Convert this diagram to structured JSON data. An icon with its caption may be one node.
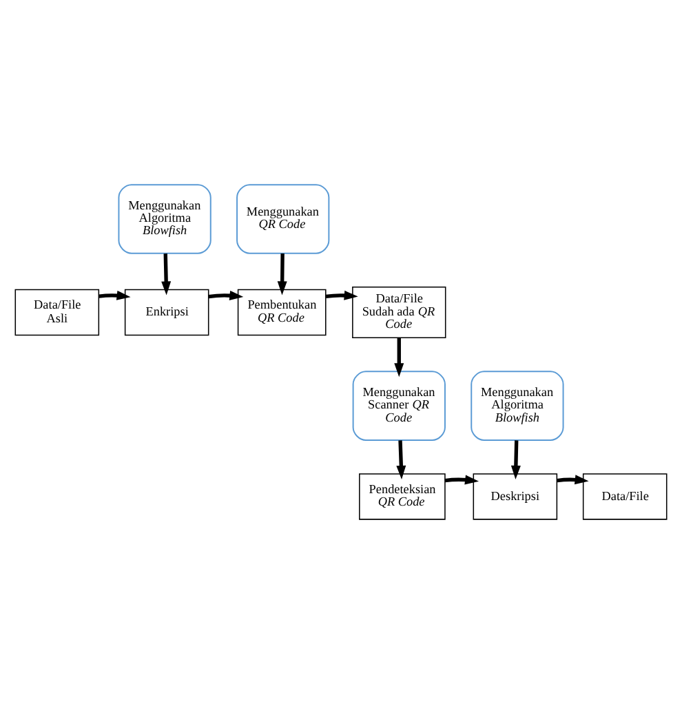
{
  "diagram": {
    "nodes": [
      {
        "text": [
          "Menggunakan Algoritma *Blowfish*"
        ]
      },
      {
        "text": [
          "Menggunakan *QR Code*"
        ]
      },
      {
        "text": [
          "Data/File Asli"
        ]
      },
      {
        "text": [
          "Enkripsi"
        ]
      },
      {
        "text": [
          "Pembentukan *QR Code*"
        ]
      },
      {
        "text": [
          "Data/File Sudah ada *QR Code*"
        ]
      },
      {
        "text": [
          "Menggunakan Scanner *QR Code*"
        ]
      },
      {
        "text": [
          "Menggunakan Algoritma *Blowfish*"
        ]
      },
      {
        "text": [
          "Pendeteksian *QR Code*"
        ]
      },
      {
        "text": [
          "Deskripsi"
        ]
      },
      {
        "text": [
          "Data/File"
        ]
      }
    ],
    "edges": [
      {
        "from": 0,
        "to": 3,
        "arrow": "to"
      },
      {
        "from": 1,
        "to": 4,
        "arrow": "to"
      },
      {
        "from": 2,
        "to": 3,
        "arrow": "to"
      },
      {
        "from": 3,
        "to": 4,
        "arrow": "to"
      },
      {
        "from": 4,
        "to": 5,
        "arrow": "to"
      },
      {
        "from": 5,
        "to": 6,
        "arrow": "to"
      },
      {
        "from": 6,
        "to": 8,
        "arrow": "to"
      },
      {
        "from": 7,
        "to": 9,
        "arrow": "to"
      },
      {
        "from": 8,
        "to": 9,
        "arrow": "to"
      },
      {
        "from": 9,
        "to": 10,
        "arrow": "to"
      }
    ]
  }
}
